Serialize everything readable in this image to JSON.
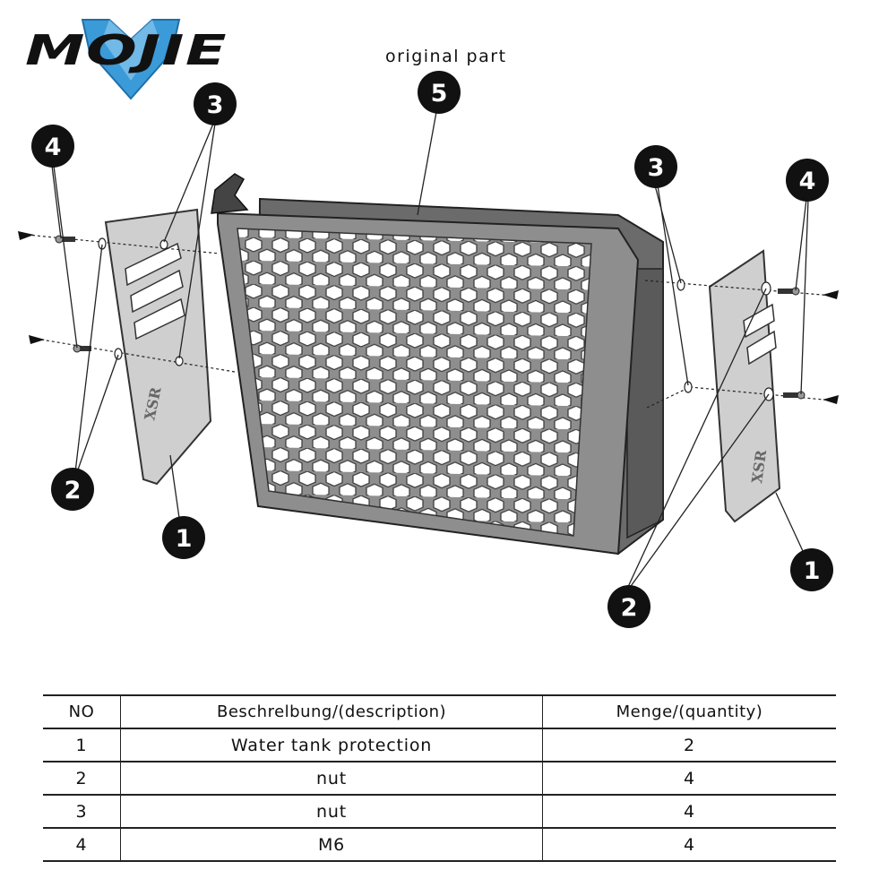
{
  "logo": {
    "text": "MOJIE",
    "color": "#3b9ad8"
  },
  "diagram": {
    "caption": "original part",
    "callouts": [
      {
        "id": "c5",
        "label": "5"
      },
      {
        "id": "c3l",
        "label": "3"
      },
      {
        "id": "c4l",
        "label": "4"
      },
      {
        "id": "c2l",
        "label": "2"
      },
      {
        "id": "c1l",
        "label": "1"
      },
      {
        "id": "c3r",
        "label": "3"
      },
      {
        "id": "c4r",
        "label": "4"
      },
      {
        "id": "c2r",
        "label": "2"
      },
      {
        "id": "c1r",
        "label": "1"
      }
    ],
    "plate_mark": "XSR"
  },
  "table": {
    "headers": [
      "NO",
      "Beschrelbung/(description)",
      "Menge/(quantity)"
    ],
    "rows": [
      {
        "no": "1",
        "description": "Water tank protection",
        "quantity": "2"
      },
      {
        "no": "2",
        "description": "nut",
        "quantity": "4"
      },
      {
        "no": "3",
        "description": "nut",
        "quantity": "4"
      },
      {
        "no": "4",
        "description": "M6",
        "quantity": "4"
      }
    ]
  }
}
